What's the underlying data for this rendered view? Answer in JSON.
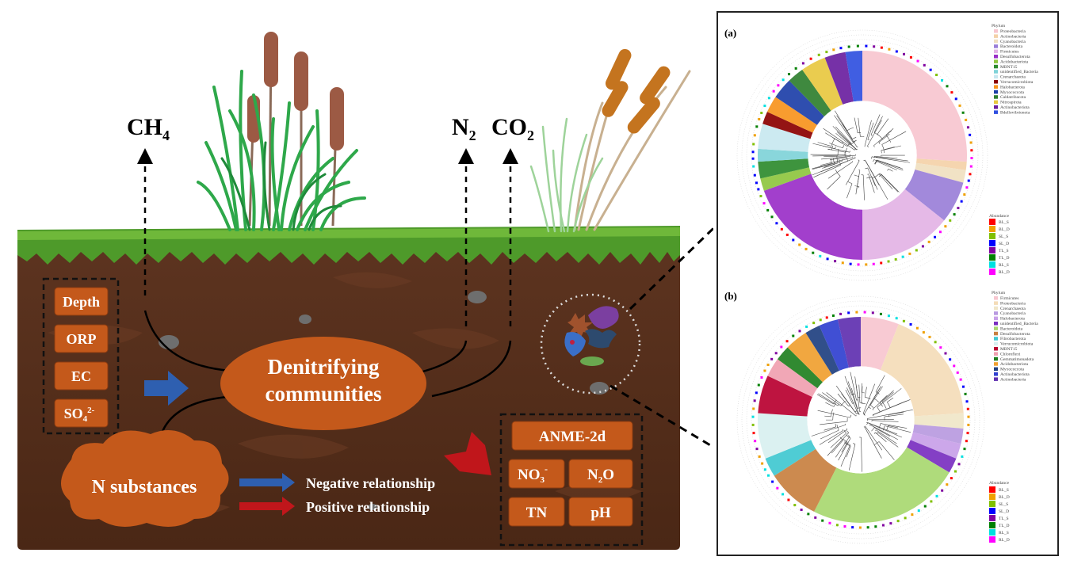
{
  "gases": {
    "ch4": "CH",
    "ch4_sub": "4",
    "n2": "N",
    "n2_sub": "2",
    "co2": "CO",
    "co2_sub": "2"
  },
  "env_factors_left": [
    "Depth",
    "ORP",
    "EC"
  ],
  "so4": {
    "base": "SO",
    "sub": "4",
    "sup": "2-"
  },
  "center": {
    "line1": "Denitrifying",
    "line2": "communities"
  },
  "n_substances": "N substances",
  "env_factors_right": {
    "anme": "ANME-2d",
    "no3": {
      "base": "NO",
      "sub": "3",
      "sup": "-"
    },
    "n2o": {
      "base": "N",
      "sub": "2",
      "tail": "O"
    },
    "tn": "TN",
    "ph": "pH"
  },
  "legend": {
    "negative": "Negative relationship",
    "positive": "Positive relationship",
    "negative_color": "#2e5fb0",
    "positive_color": "#c0161b"
  },
  "tree_a": {
    "label": "(a)",
    "phylum_title": "Phylum",
    "phyla": [
      {
        "name": "Proteobacteria",
        "color": "#f7c6cf"
      },
      {
        "name": "Actinobacteria",
        "color": "#f4d1a8"
      },
      {
        "name": "Cyanobacteria",
        "color": "#f0e0c0"
      },
      {
        "name": "Bacteroidota",
        "color": "#9a7fd8"
      },
      {
        "name": "Firmicutes",
        "color": "#e3b3e5"
      },
      {
        "name": "Desulfobacterota",
        "color": "#9a2fc8"
      },
      {
        "name": "Acidobacteriota",
        "color": "#8ec63f"
      },
      {
        "name": "MBNT15",
        "color": "#2e8b2e"
      },
      {
        "name": "unidentified_Bacteria",
        "color": "#7fd3d8"
      },
      {
        "name": "Crenarchaeota",
        "color": "#c8e8f0"
      },
      {
        "name": "Verrucomicrobiota",
        "color": "#8b0000"
      },
      {
        "name": "Halobacterota",
        "color": "#f7941d"
      },
      {
        "name": "Myxococcota",
        "color": "#1d3fa8"
      },
      {
        "name": "Caldatribacota",
        "color": "#2f7f2f"
      },
      {
        "name": "Nitrospirota",
        "color": "#e8c840"
      },
      {
        "name": "Actinobacteriota",
        "color": "#6a1fa0"
      },
      {
        "name": "Bdellovibrionota",
        "color": "#3050e0"
      }
    ],
    "abundance_title": "Abundance",
    "abundance": [
      {
        "name": "BL_S",
        "color": "#ff0000"
      },
      {
        "name": "BL_D",
        "color": "#f0a000"
      },
      {
        "name": "SL_S",
        "color": "#80c000"
      },
      {
        "name": "SL_D",
        "color": "#0000ff"
      },
      {
        "name": "TL_S",
        "color": "#8000a0"
      },
      {
        "name": "TL_D",
        "color": "#008000"
      },
      {
        "name": "RL_S",
        "color": "#00e0e0"
      },
      {
        "name": "RL_D",
        "color": "#ff00ff"
      }
    ]
  },
  "tree_b": {
    "label": "(b)",
    "phylum_title": "Phylum",
    "phyla": [
      {
        "name": "Firmicutes",
        "color": "#f7c6cf"
      },
      {
        "name": "Proteobacteria",
        "color": "#f4dcb8"
      },
      {
        "name": "Crenarchaeota",
        "color": "#f0e6c8"
      },
      {
        "name": "Cyanobacteria",
        "color": "#b89ae0"
      },
      {
        "name": "Halobacterota",
        "color": "#c8a0e8"
      },
      {
        "name": "unidentified_Bacteria",
        "color": "#7a2fc0"
      },
      {
        "name": "Bacteroidota",
        "color": "#a8d870"
      },
      {
        "name": "Desulfobacterota",
        "color": "#c88040"
      },
      {
        "name": "Fibrobacterota",
        "color": "#40c8d0"
      },
      {
        "name": "Verrucomicrobiota",
        "color": "#d8f0f0"
      },
      {
        "name": "MBNT15",
        "color": "#b80030"
      },
      {
        "name": "Chloroflexi",
        "color": "#f0a0b0"
      },
      {
        "name": "Gemmatimonadota",
        "color": "#208020"
      },
      {
        "name": "Acidobacteriota",
        "color": "#f0a030"
      },
      {
        "name": "Myxococcota",
        "color": "#204080"
      },
      {
        "name": "Actinobacteriota",
        "color": "#3040d0"
      },
      {
        "name": "Actinobacteria",
        "color": "#6030b0"
      }
    ],
    "abundance_title": "Abundance",
    "abundance": [
      {
        "name": "BL_S",
        "color": "#ff0000"
      },
      {
        "name": "BL_D",
        "color": "#f0a000"
      },
      {
        "name": "SL_S",
        "color": "#80c000"
      },
      {
        "name": "SL_D",
        "color": "#0000ff"
      },
      {
        "name": "TL_S",
        "color": "#8000a0"
      },
      {
        "name": "TL_D",
        "color": "#008000"
      },
      {
        "name": "RL_S",
        "color": "#00e0e0"
      },
      {
        "name": "RL_D",
        "color": "#ff00ff"
      }
    ]
  },
  "colors": {
    "soil": "#5a2f1a",
    "box": "#c4591b",
    "grass": "#4e9a2a"
  }
}
